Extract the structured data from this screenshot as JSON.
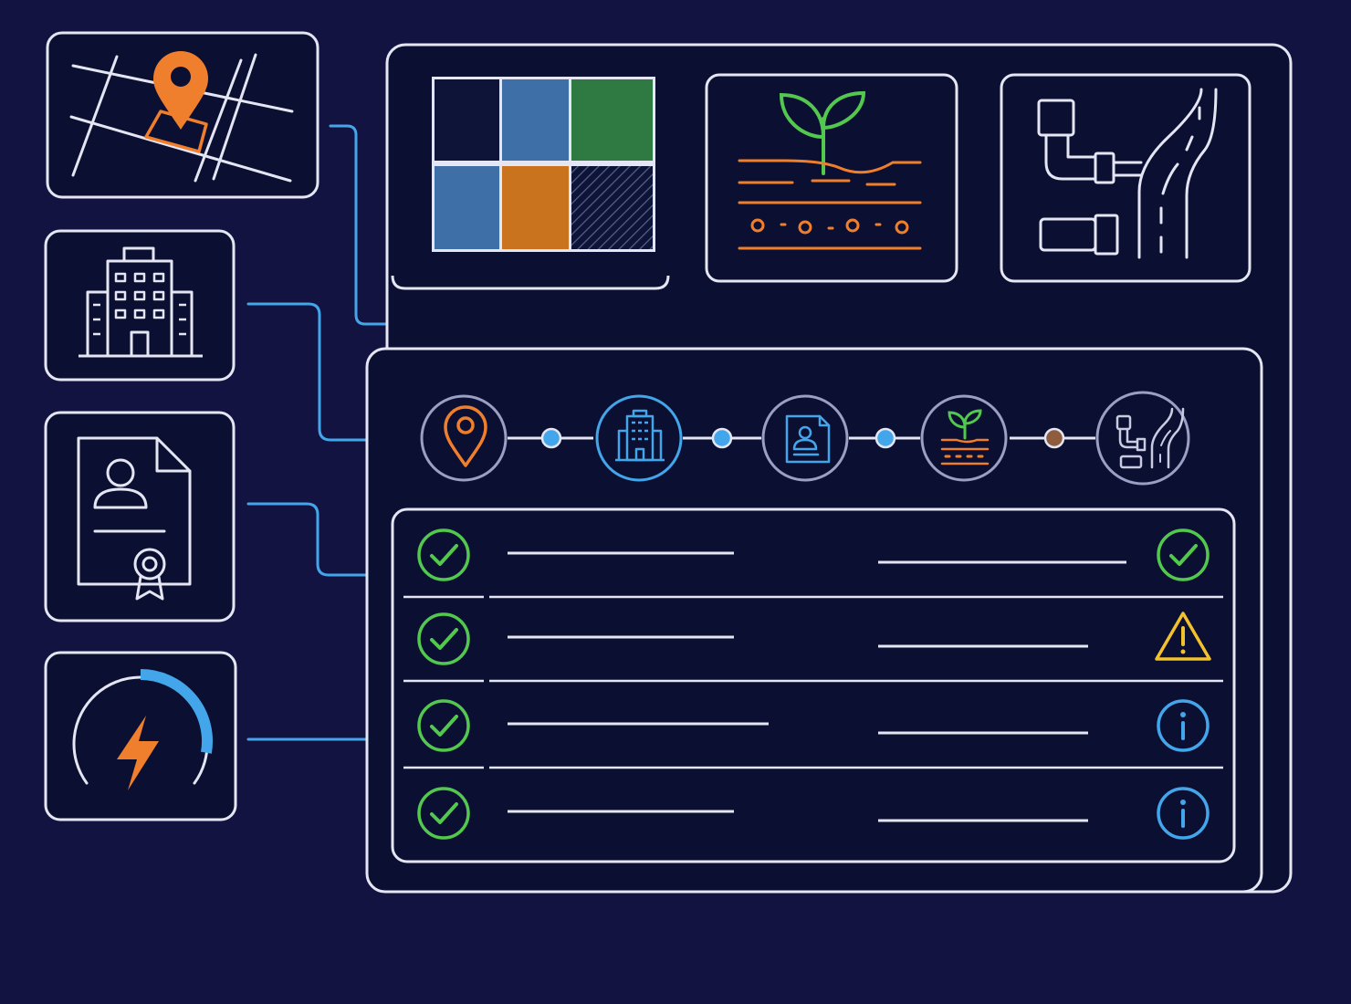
{
  "colors": {
    "background": "#131342",
    "panel": "#0b0f31",
    "frame": "#e4e6f4",
    "connector": "#43a6ea",
    "accent_orange": "#f07f2d",
    "status_ok": "#52c84e",
    "status_warn": "#f1c12e",
    "status_info": "#43a6ea",
    "grid_navy": "#0d1437",
    "grid_blue": "#3e6fa6",
    "grid_green": "#2f7a43",
    "grid_orange": "#c9731e",
    "progress_node": "#8e5d3e"
  },
  "side_cards": [
    {
      "name": "map-location-card",
      "icon": "map-pin-icon"
    },
    {
      "name": "building-card",
      "icon": "office-building-icon"
    },
    {
      "name": "certificate-document-card",
      "icon": "certificate-document-icon"
    },
    {
      "name": "energy-gauge-card",
      "icon": "lightning-gauge-icon",
      "gauge_level": 0.4
    }
  ],
  "top_cards": [
    {
      "name": "land-use-grid-card",
      "icon": "land-use-grid-icon"
    },
    {
      "name": "soil-layers-card",
      "icon": "seedling-soil-icon"
    },
    {
      "name": "pipes-road-card",
      "icon": "pipes-road-icon"
    }
  ],
  "steps": [
    {
      "icon": "map-pin-icon",
      "state": "active"
    },
    {
      "icon": "office-building-icon",
      "state": "active"
    },
    {
      "icon": "certificate-document-icon",
      "state": "default"
    },
    {
      "icon": "seedling-soil-icon",
      "state": "default"
    },
    {
      "icon": "pipes-road-icon",
      "state": "default"
    }
  ],
  "checklist": [
    {
      "left_status": "ok",
      "right_status": "ok"
    },
    {
      "left_status": "ok",
      "right_status": "warning"
    },
    {
      "left_status": "ok",
      "right_status": "info"
    },
    {
      "left_status": "ok",
      "right_status": "info"
    }
  ]
}
